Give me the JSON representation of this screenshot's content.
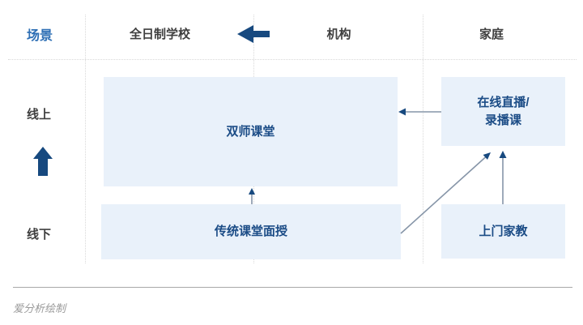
{
  "colors": {
    "navy": "#17497f",
    "scene-blue": "#2e6fb5",
    "box-bg": "#e9f1fa",
    "box-text": "#1b4c86",
    "heading-text": "#3f3f3f",
    "connector": "#8695a8",
    "dash": "#d9d9d9",
    "rule": "#a8a8a8",
    "credit-text": "#9a9a9a"
  },
  "header": {
    "scene_label": "场景",
    "columns": [
      {
        "label": "全日制学校"
      },
      {
        "label": "机构"
      },
      {
        "label": "家庭"
      }
    ]
  },
  "icons": {
    "header_flow": "arrow-left-icon",
    "row_flow": "arrow-up-icon"
  },
  "rows": [
    {
      "label": "线上"
    },
    {
      "label": "线下"
    }
  ],
  "boxes": {
    "dual_teacher": {
      "label": "双师课堂"
    },
    "online_live": {
      "line1": "在线直播/",
      "line2": "录播课"
    },
    "traditional": {
      "label": "传统课堂面授"
    },
    "home_tutor": {
      "label": "上门家教"
    }
  },
  "footer": {
    "credit": "爱分析绘制"
  }
}
